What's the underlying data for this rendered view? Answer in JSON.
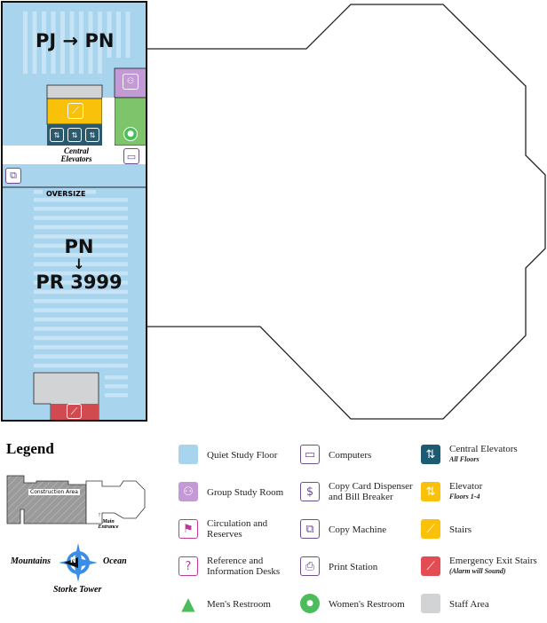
{
  "map": {
    "call_range_top": {
      "from": "PJ",
      "to": "PN"
    },
    "call_range_bottom": {
      "from": "PN",
      "to": "PR 3999"
    },
    "corridor_label": "Central Elevators",
    "oversize_label": "OVERSIZE"
  },
  "legend": {
    "title": "Legend",
    "construction_label": "Construction Area",
    "main_entrance_label": "Main Entrance",
    "compass": {
      "left": "Mountains",
      "right": "Ocean",
      "bottom": "Storke Tower",
      "north": "N"
    },
    "items": [
      {
        "label": "Quiet Study Floor",
        "icon": "quiet-study-swatch",
        "color": "#a8d4ee"
      },
      {
        "label": "Group Study Room",
        "icon": "group-study-icon",
        "color": "#c39ad6"
      },
      {
        "label": "Circulation and Reserves",
        "icon": "circulation-icon",
        "color": "#c0399a"
      },
      {
        "label": "Reference and Information Desks",
        "icon": "question-icon",
        "color": "#c0399a"
      },
      {
        "label": "Men's Restroom",
        "icon": "mens-restroom-icon",
        "color": "#4cbd5c"
      },
      {
        "label": "Computers",
        "icon": "computer-icon",
        "color": "#6e4f8f"
      },
      {
        "label": "Copy Card Dispenser and Bill Breaker",
        "icon": "dollar-icon",
        "color": "#6e4f8f"
      },
      {
        "label": "Copy Machine",
        "icon": "copy-machine-icon",
        "color": "#6e4f8f"
      },
      {
        "label": "Print Station",
        "icon": "printer-icon",
        "color": "#6e4f8f"
      },
      {
        "label": "Women's Restroom",
        "icon": "womens-restroom-icon",
        "color": "#4cbd5c"
      },
      {
        "label": "Central Elevators",
        "sub": "All Floors",
        "icon": "central-elevator-icon",
        "color": "#1d5b73"
      },
      {
        "label": "Elevator",
        "sub": "Floors 1-4",
        "icon": "elevator-icon",
        "color": "#f9c10a"
      },
      {
        "label": "Stairs",
        "icon": "stairs-icon",
        "color": "#f9c10a"
      },
      {
        "label": "Emergency Exit Stairs",
        "sub": "(Alarm will Sound)",
        "icon": "emergency-stairs-icon",
        "color": "#e34c52"
      },
      {
        "label": "Staff Area",
        "icon": "staff-area-swatch",
        "color": "#d2d3d5"
      }
    ]
  }
}
